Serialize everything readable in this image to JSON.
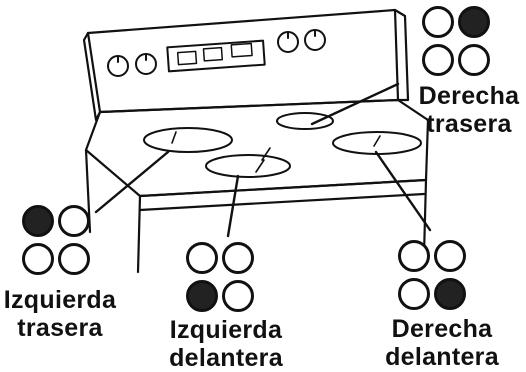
{
  "burners": [
    {
      "id": "rear-right",
      "line1": "Derecha",
      "line2": "trasera",
      "active_position": "top-right"
    },
    {
      "id": "rear-left",
      "line1": "Izquierda",
      "line2": "trasera",
      "active_position": "top-left"
    },
    {
      "id": "front-left",
      "line1": "Izquierda",
      "line2": "delantera",
      "active_position": "bottom-left"
    },
    {
      "id": "front-right",
      "line1": "Derecha",
      "line2": "delantera",
      "active_position": "bottom-right"
    }
  ],
  "colors": {
    "ink": "#111111",
    "indicator_on": "#222222",
    "indicator_off": "#ffffff"
  }
}
